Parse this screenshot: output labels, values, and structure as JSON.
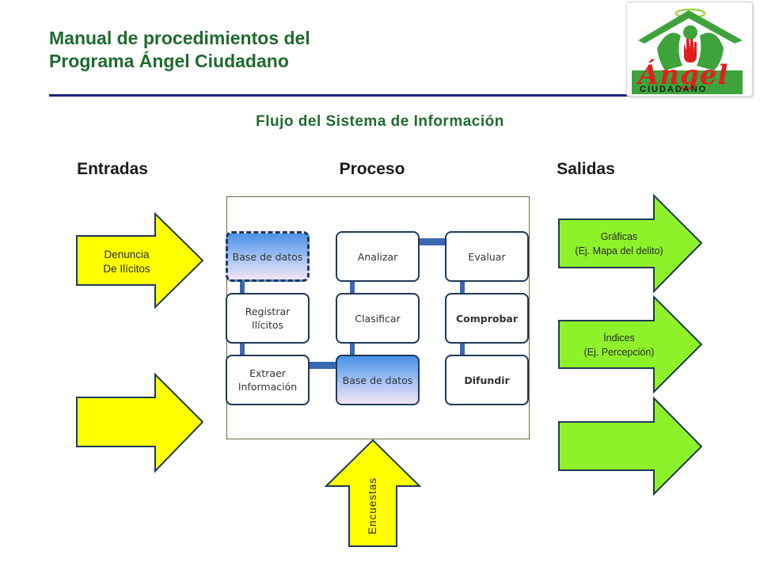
{
  "header": {
    "title_line1": "Manual de procedimientos del",
    "title_line2": "Programa Ángel Ciudadano"
  },
  "logo": {
    "text_main": "Ángel",
    "text_sub": "CIUDADANO"
  },
  "diagram": {
    "subtitle": "Flujo del Sistema de Información",
    "columns": {
      "inputs": "Entradas",
      "process": "Proceso",
      "outputs": "Salidas"
    },
    "inputs": [
      {
        "label_line1": "Denuncia",
        "label_line2": "De Ilícitos"
      },
      {
        "label_line1": "",
        "label_line2": ""
      }
    ],
    "bottom_input": {
      "label": "Encuestas"
    },
    "process_boxes": {
      "base_datos_top": "Base de datos",
      "registrar": "Registrar Ilícitos",
      "extraer": "Extraer Información",
      "base_datos_mid": "Base de datos",
      "clasificar": "Clasificar",
      "analizar": "Analizar",
      "evaluar": "Evaluar",
      "comprobar": "Comprobar",
      "difundir": "Difundir"
    },
    "outputs": [
      {
        "label_line1": "Gráficas",
        "label_line2": "(Ej. Mapa del delito)"
      },
      {
        "label_line1": "Índices",
        "label_line2": "(Ej. Percepción)"
      },
      {
        "label_line1": "",
        "label_line2": ""
      }
    ]
  },
  "colors": {
    "title_green": "#1f6b2f",
    "input_yellow": "#ffff00",
    "output_green": "#8ef22a",
    "arrow_border": "#1f3a57",
    "connector_blue": "#3a68b2"
  }
}
